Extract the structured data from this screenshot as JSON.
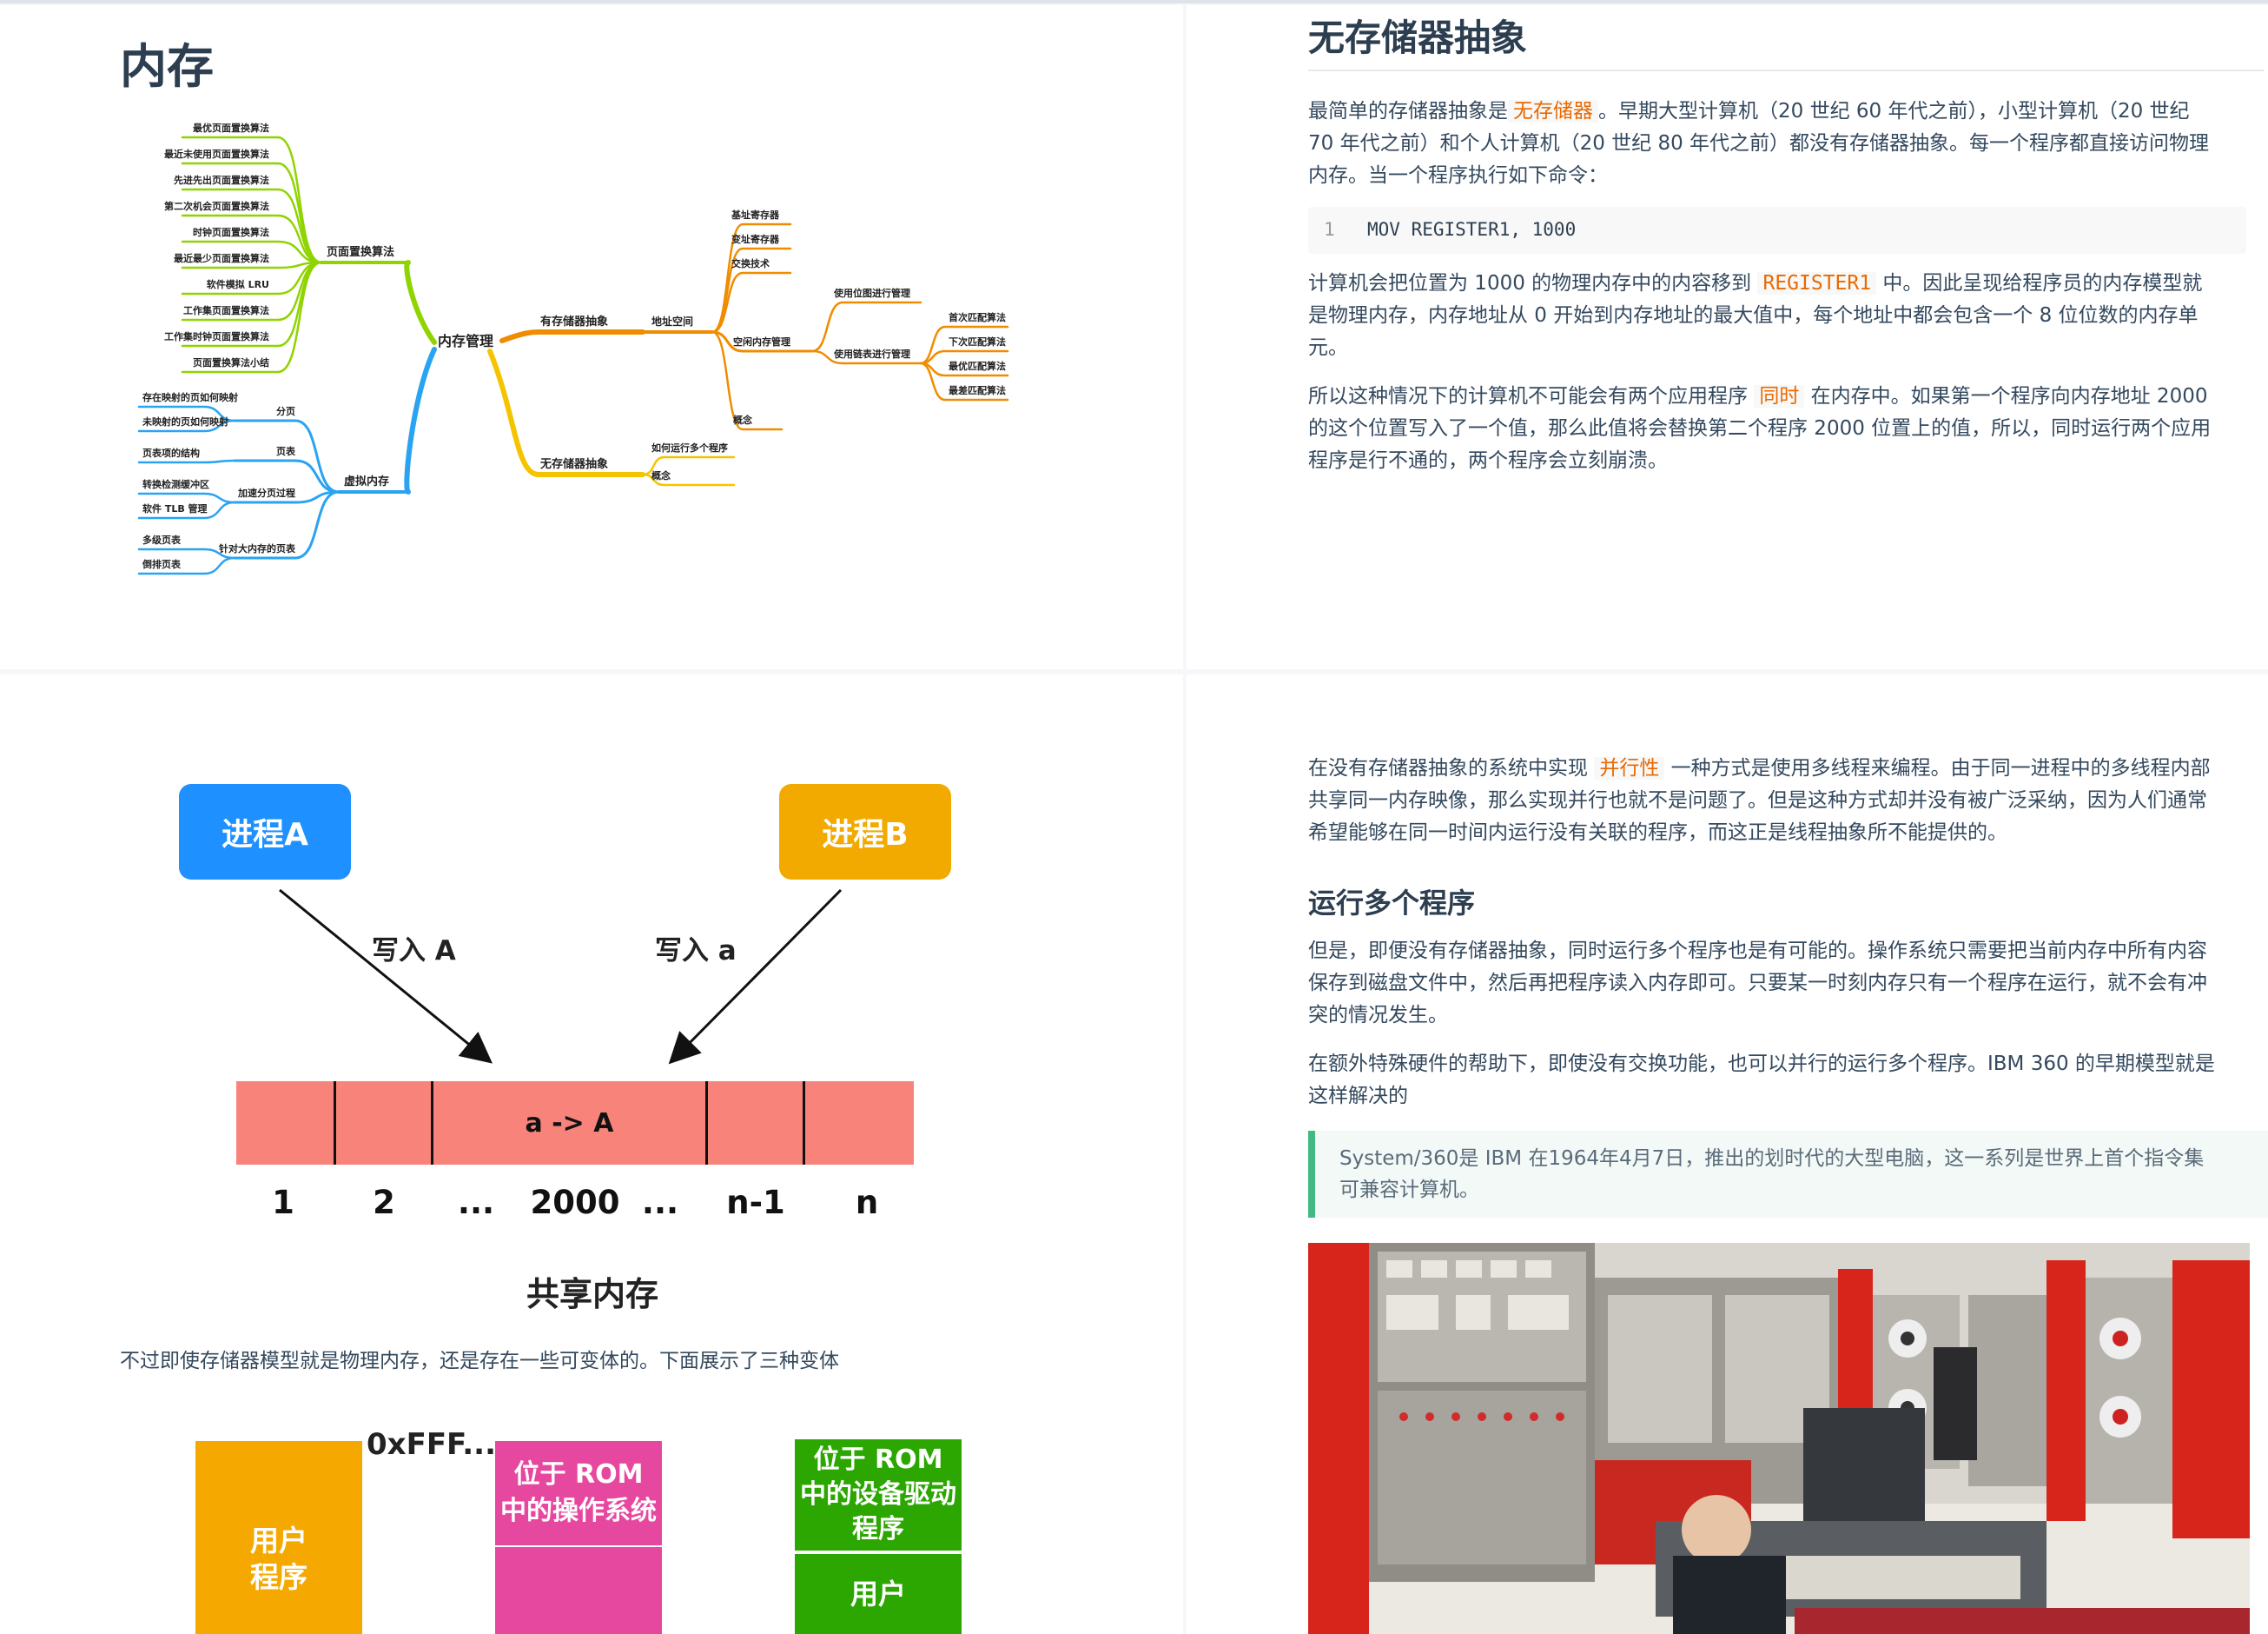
{
  "page1": {
    "title": "内存",
    "mindmap": {
      "root": "内存管理",
      "left_branches": [
        {
          "label": "页面置换算法",
          "color": "#8fd400",
          "children": [
            "最优页面置换算法",
            "最近未使用页面置换算法",
            "先进先出页面置换算法",
            "第二次机会页面置换算法",
            "时钟页面置换算法",
            "最近最少页面置换算法",
            "软件模拟 LRU",
            "工作集页面置换算法",
            "工作集时钟页面置换算法",
            "页面置换算法小结"
          ]
        },
        {
          "label": "虚拟内存",
          "color": "#29a3f2",
          "groups": [
            {
              "label": "分页",
              "children": [
                "存在映射的页如何映射",
                "未映射的页如何映射"
              ]
            },
            {
              "label": "页表",
              "children": [
                "页表项的结构"
              ]
            },
            {
              "label": "加速分页过程",
              "children": [
                "转换检测缓冲区",
                "软件 TLB 管理"
              ]
            },
            {
              "label": "针对大内存的页表",
              "children": [
                "多级页表",
                "倒排页表"
              ]
            }
          ]
        }
      ],
      "right_branches": [
        {
          "label": "有存储器抽象",
          "color": "#f08c00",
          "sub": "地址空间",
          "children": [
            "基址寄存器",
            "变址寄存器",
            "交换技术"
          ],
          "space": {
            "label": "空闲内存管理",
            "bitmap": "使用位图进行管理",
            "list": {
              "label": "使用链表进行管理",
              "children": [
                "首次匹配算法",
                "下次匹配算法",
                "最优匹配算法",
                "最差匹配算法"
              ]
            }
          },
          "concept": "概念"
        },
        {
          "label": "无存储器抽象",
          "color": "#f5c400",
          "children": [
            "如何运行多个程序",
            "概念"
          ]
        }
      ]
    }
  },
  "page2": {
    "title": "无存储器抽象",
    "p1_a": "最简单的存储器抽象是",
    "p1_hl": "无存储器",
    "p1_b1": "。早期大型计算机（20 世纪 60 年代之前），小型计算机（20 世纪",
    "p1_b2": "70 年代之前）和个人计算机（20 世纪 80 年代之前）都没有存储器抽象。每一个程序都直接访问物理",
    "p1_b3": "内存。当一个程序执行如下命令：",
    "code_line": "1",
    "code": "MOV REGISTER1, 1000",
    "p2_a": "计算机会把位置为 1000 的物理内存中的内容移到",
    "p2_hl": "REGISTER1",
    "p2_b1": "中。因此呈现给程序员的内存模型就",
    "p2_b2": "是物理内存，内存地址从 0 开始到内存地址的最大值中，每个地址中都会包含一个 8 位位数的内存单",
    "p2_b3": "元。",
    "p3_a": "所以这种情况下的计算机不可能会有两个应用程序",
    "p3_hl": "同时",
    "p3_b1": "在内存中。如果第一个程序向内存地址 2000",
    "p3_b2": "的这个位置写入了一个值，那么此值将会替换第二个程序 2000 位置上的值，所以，同时运行两个应用",
    "p3_b3": "程序是行不通的，两个程序会立刻崩溃。"
  },
  "page3": {
    "proc_a": "进程A",
    "proc_b": "进程B",
    "write_a": "写入 A",
    "write_b": "写入 a",
    "cell": "a -> A",
    "addrs": [
      "1",
      "2",
      "...",
      "2000",
      "...",
      "n-1",
      "n"
    ],
    "shared": "共享内存",
    "text": "不过即使存储器模型就是物理内存，还是存在一些可变体的。下面展示了三种变体",
    "hex": "0xFFF...",
    "col1": "用户\n程序",
    "col2": "位于 ROM\n中的操作系统",
    "col3": "位于 ROM\n中的设备驱动\n程序",
    "col3b": "用户"
  },
  "page4": {
    "p1_a": "在没有存储器抽象的系统中实现",
    "p1_hl": "并行性",
    "p1_b1": "一种方式是使用多线程来编程。由于同一进程中的多线程内部",
    "p1_b2": "共享同一内存映像，那么实现并行也就不是问题了。但是这种方式却并没有被广泛采纳，因为人们通常",
    "p1_b3": "希望能够在同一时间内运行没有关联的程序，而这正是线程抽象所不能提供的。",
    "h": "运行多个程序",
    "p2_1": "但是，即便没有存储器抽象，同时运行多个程序也是有可能的。操作系统只需要把当前内存中所有内容",
    "p2_2": "保存到磁盘文件中，然后再把程序读入内存即可。只要某一时刻内存只有一个程序在运行，就不会有冲",
    "p2_3": "突的情况发生。",
    "p3_1": "在额外特殊硬件的帮助下，即使没有交换功能，也可以并行的运行多个程序。IBM 360 的早期模型就是",
    "p3_2": "这样解决的",
    "quote_1": "System/360是 IBM 在1964年4月7日，推出的划时代的大型电脑，这一系列是世界上首个指令集",
    "quote_2": "可兼容计算机。"
  }
}
